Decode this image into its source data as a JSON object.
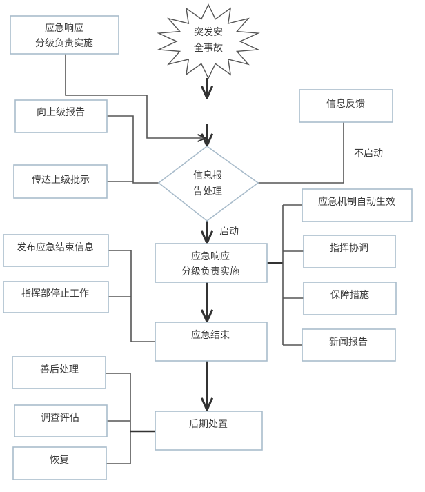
{
  "diagram": {
    "start": {
      "lines": [
        "突发安",
        "全事故"
      ],
      "shape": "starburst"
    },
    "decision": {
      "lines": [
        "信息报",
        "告处理"
      ],
      "shape": "diamond"
    },
    "nodes": {
      "top_response": [
        "应急响应",
        "分级负责实施"
      ],
      "report_up": [
        "向上级报告"
      ],
      "relay_instructions": [
        "传达上级批示"
      ],
      "feedback": [
        "信息反馈"
      ],
      "response": [
        "应急响应",
        "分级负责实施"
      ],
      "mechanism": [
        "应急机制自动生效"
      ],
      "command": [
        "指挥协调"
      ],
      "safeguard": [
        "保障措施"
      ],
      "news": [
        "新闻报告"
      ],
      "publish_end": [
        "发布应急结束信息"
      ],
      "stop_work": [
        "指挥部停止工作"
      ],
      "end": [
        "应急结束"
      ],
      "aftermath": [
        "善后处理"
      ],
      "investigate": [
        "调查评估"
      ],
      "recover": [
        "恢复"
      ],
      "post": [
        "后期处置"
      ]
    },
    "edge_labels": {
      "no_start": "不启动",
      "start": "启动"
    }
  }
}
